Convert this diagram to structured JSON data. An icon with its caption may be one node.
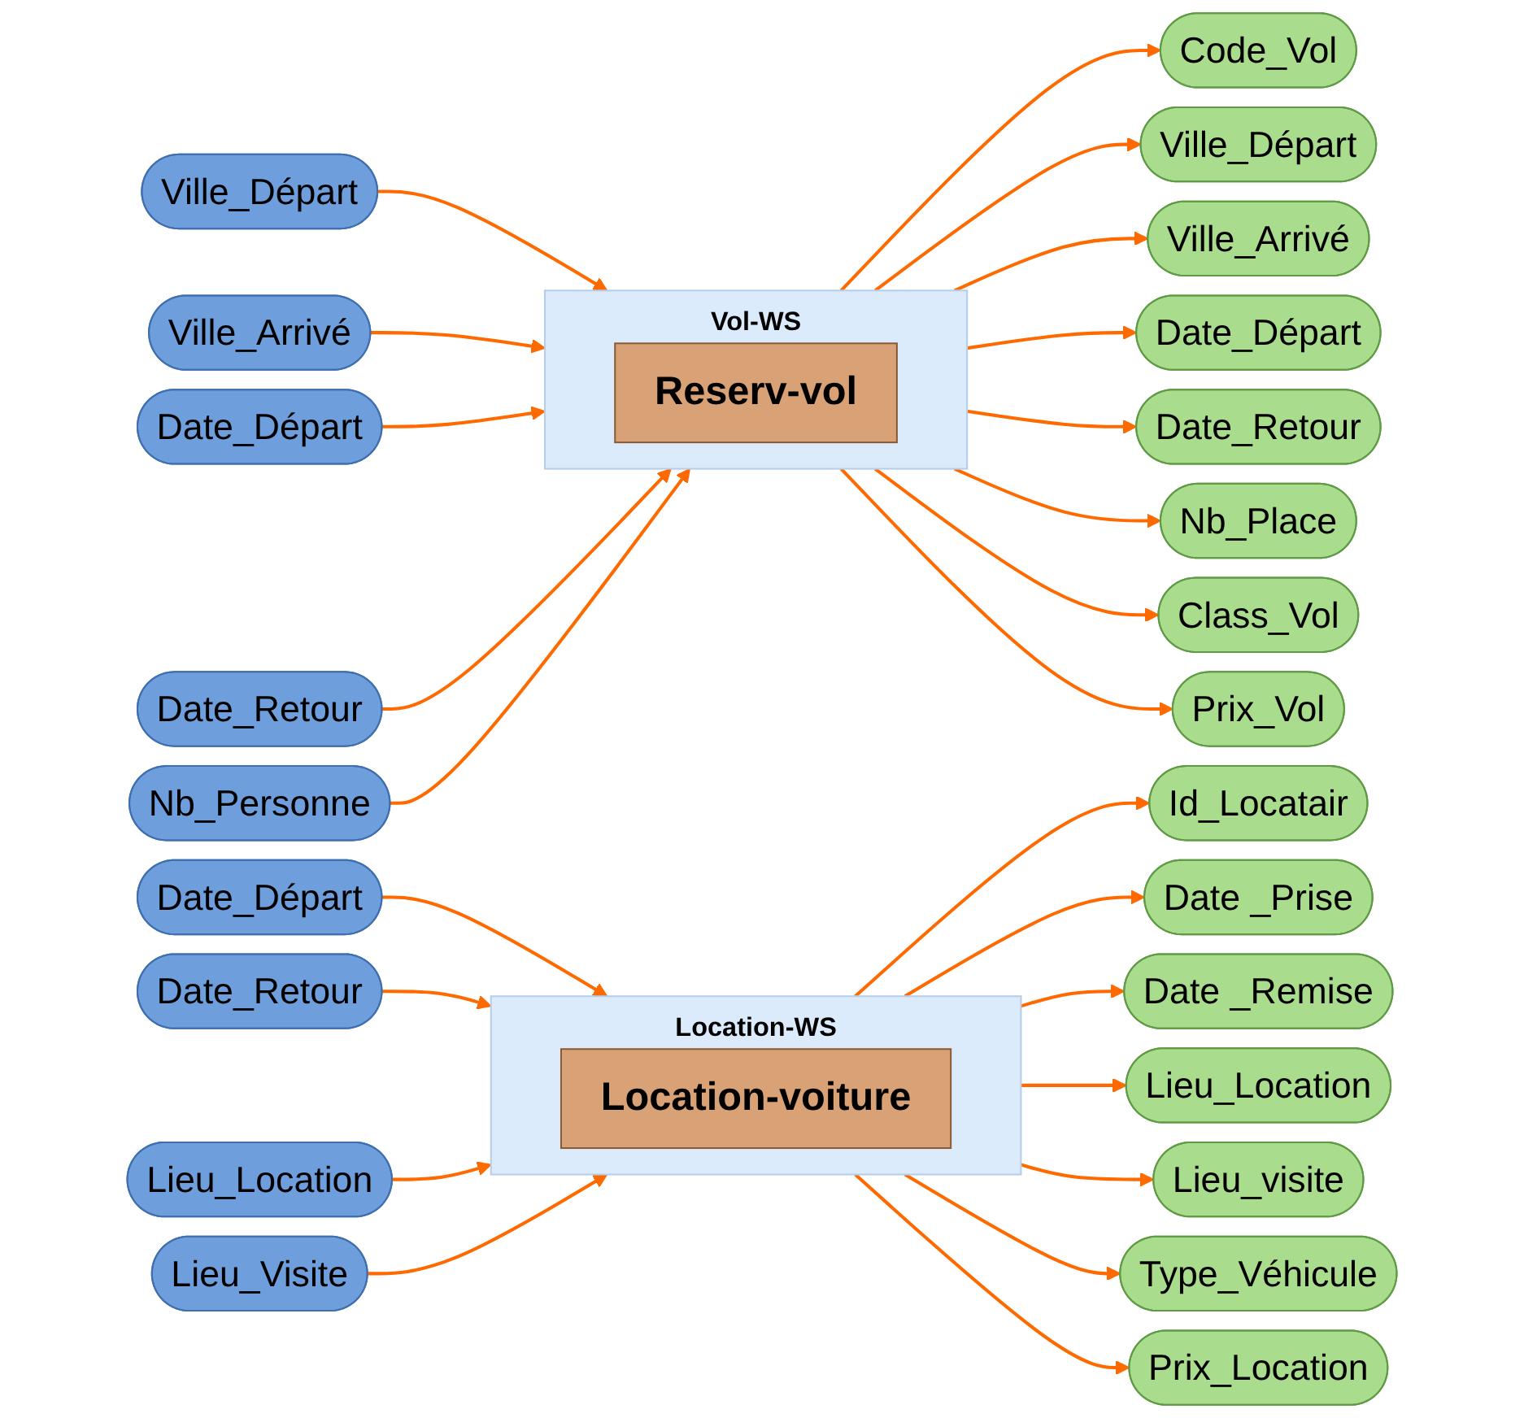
{
  "diagram": {
    "nodes": [
      {
        "text": [
          "Ville_Départ"
        ]
      },
      {
        "text": [
          "Ville_Arrivé"
        ]
      },
      {
        "text": [
          "Date_Départ"
        ]
      },
      {
        "text": [
          "Date_Retour"
        ]
      },
      {
        "text": [
          "Nb_Personne"
        ]
      },
      {
        "text": [
          "Vol-WS"
        ]
      },
      {
        "text": [
          "Reserv-vol"
        ],
        "in": 5
      },
      {
        "text": [
          "Code_Vol"
        ]
      },
      {
        "text": [
          "Ville_Départ"
        ]
      },
      {
        "text": [
          "Ville_Arrivé"
        ]
      },
      {
        "text": [
          "Date_Départ"
        ]
      },
      {
        "text": [
          "Date_Retour"
        ]
      },
      {
        "text": [
          "Nb_Place"
        ]
      },
      {
        "text": [
          "Class_Vol"
        ]
      },
      {
        "text": [
          "Prix_Vol"
        ]
      },
      {
        "text": [
          "Date_Départ"
        ]
      },
      {
        "text": [
          "Date_Retour"
        ]
      },
      {
        "text": [
          "Lieu_Location"
        ]
      },
      {
        "text": [
          "Lieu_Visite"
        ]
      },
      {
        "text": [
          "Location-WS"
        ]
      },
      {
        "text": [
          "Location-voiture"
        ],
        "in": 19
      },
      {
        "text": [
          "Id_Locatair"
        ]
      },
      {
        "text": [
          "Date _Prise"
        ]
      },
      {
        "text": [
          "Date _Remise"
        ]
      },
      {
        "text": [
          "Lieu_Location"
        ]
      },
      {
        "text": [
          "Lieu_visite"
        ]
      },
      {
        "text": [
          "Type_Véhicule"
        ]
      },
      {
        "text": [
          "Prix_Location"
        ]
      }
    ],
    "edges": [
      {
        "from": 0,
        "to": 5,
        "arrow": "to"
      },
      {
        "from": 1,
        "to": 5,
        "arrow": "to"
      },
      {
        "from": 2,
        "to": 5,
        "arrow": "to"
      },
      {
        "from": 3,
        "to": 5,
        "arrow": "to"
      },
      {
        "from": 4,
        "to": 5,
        "arrow": "to"
      },
      {
        "from": 5,
        "to": 7,
        "arrow": "to"
      },
      {
        "from": 5,
        "to": 8,
        "arrow": "to"
      },
      {
        "from": 5,
        "to": 9,
        "arrow": "to"
      },
      {
        "from": 5,
        "to": 10,
        "arrow": "to"
      },
      {
        "from": 5,
        "to": 11,
        "arrow": "to"
      },
      {
        "from": 5,
        "to": 12,
        "arrow": "to"
      },
      {
        "from": 5,
        "to": 13,
        "arrow": "to"
      },
      {
        "from": 5,
        "to": 14,
        "arrow": "to"
      },
      {
        "from": 15,
        "to": 19,
        "arrow": "to"
      },
      {
        "from": 16,
        "to": 19,
        "arrow": "to"
      },
      {
        "from": 17,
        "to": 19,
        "arrow": "to"
      },
      {
        "from": 18,
        "to": 19,
        "arrow": "to"
      },
      {
        "from": 19,
        "to": 21,
        "arrow": "to"
      },
      {
        "from": 19,
        "to": 22,
        "arrow": "to"
      },
      {
        "from": 19,
        "to": 23,
        "arrow": "to"
      },
      {
        "from": 19,
        "to": 24,
        "arrow": "to"
      },
      {
        "from": 19,
        "to": 25,
        "arrow": "to"
      },
      {
        "from": 19,
        "to": 26,
        "arrow": "to"
      },
      {
        "from": 19,
        "to": 27,
        "arrow": "to"
      }
    ]
  }
}
